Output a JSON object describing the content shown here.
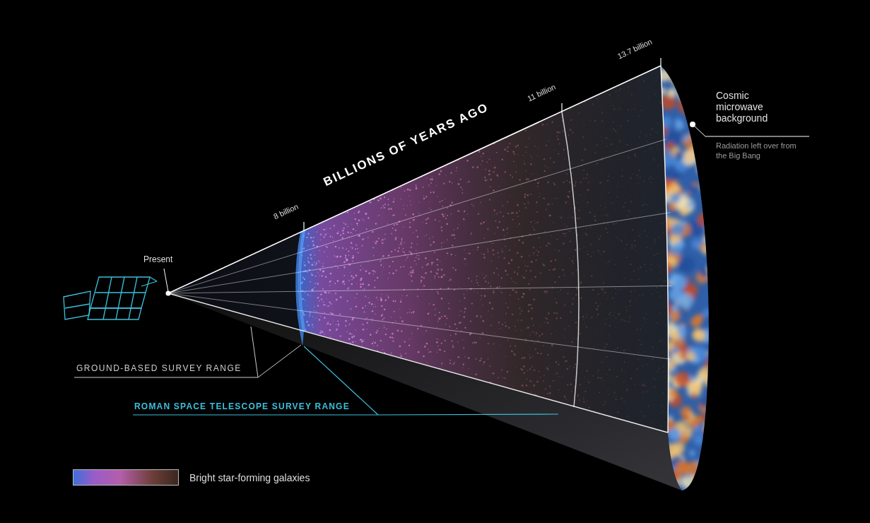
{
  "diagram": {
    "labels": [
      "BILLIONS OF YEARS AGO",
      "Present",
      "8 billion",
      "11 billion",
      "13.7 billion",
      "Cosmic microwave background",
      "Radiation left over from the Big Bang",
      "GROUND-BASED SURVEY RANGE",
      "ROMAN SPACE TELESCOPE SURVEY RANGE"
    ],
    "legend": [
      {
        "text": "Bright star-forming galaxies"
      }
    ]
  }
}
